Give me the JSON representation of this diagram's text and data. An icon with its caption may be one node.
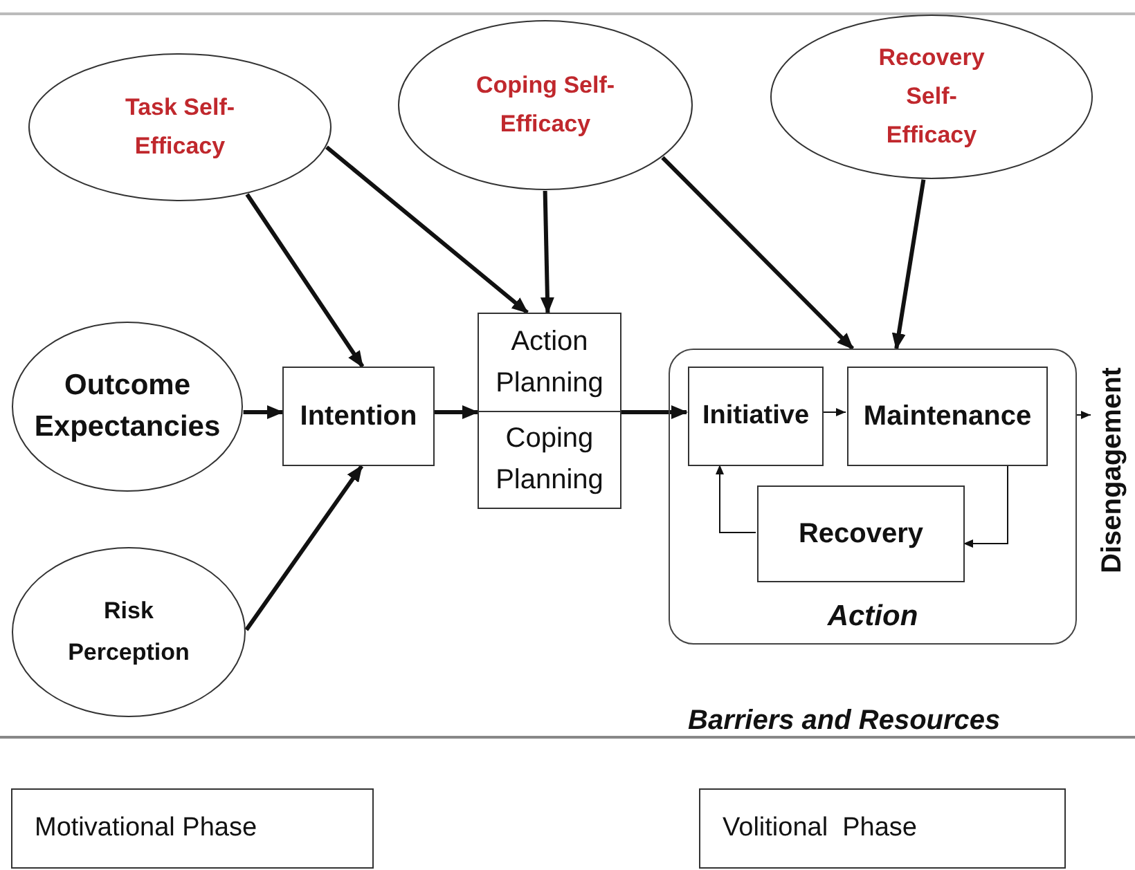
{
  "diagram": {
    "nodes": [
      {
        "text": [
          "Task Self-Efficacy"
        ]
      },
      {
        "text": [
          "Coping Self-Efficacy"
        ]
      },
      {
        "text": [
          "Recovery Self-Efficacy"
        ]
      },
      {
        "text": [
          "Outcome Expectancies"
        ]
      },
      {
        "text": [
          "Intention"
        ]
      },
      {
        "text": [
          "Action Planning",
          "Coping Planning"
        ]
      },
      {
        "text": [
          "Action"
        ]
      },
      {
        "text": [
          "Initiative"
        ],
        "in": 6
      },
      {
        "text": [
          "Maintenance"
        ],
        "in": 6
      },
      {
        "text": [
          "Recovery"
        ],
        "in": 6
      },
      {
        "text": [
          "Risk Perception"
        ]
      },
      {
        "text": [
          "Disengagement"
        ]
      },
      {
        "text": [
          "Motivational Phase"
        ]
      },
      {
        "text": [
          "Volitional  Phase"
        ]
      }
    ],
    "edges": [
      {
        "from": 0,
        "to": 4,
        "arrow": "to"
      },
      {
        "from": 0,
        "to": 5,
        "arrow": "to"
      },
      {
        "from": 1,
        "to": 5,
        "arrow": "to"
      },
      {
        "from": 1,
        "to": 6,
        "arrow": "to"
      },
      {
        "from": 2,
        "to": 6,
        "arrow": "to"
      },
      {
        "from": 3,
        "to": 4,
        "arrow": "to"
      },
      {
        "from": 10,
        "to": 4,
        "arrow": "to"
      },
      {
        "from": 4,
        "to": 5,
        "arrow": "to"
      },
      {
        "from": 5,
        "to": 7,
        "arrow": "to"
      },
      {
        "from": 7,
        "to": 8,
        "arrow": "to"
      },
      {
        "from": 8,
        "to": 9,
        "arrow": "to"
      },
      {
        "from": 9,
        "to": 7,
        "arrow": "to"
      },
      {
        "from": 6,
        "to": 11,
        "arrow": "to"
      }
    ],
    "labels": [
      "Barriers and Resources"
    ]
  }
}
